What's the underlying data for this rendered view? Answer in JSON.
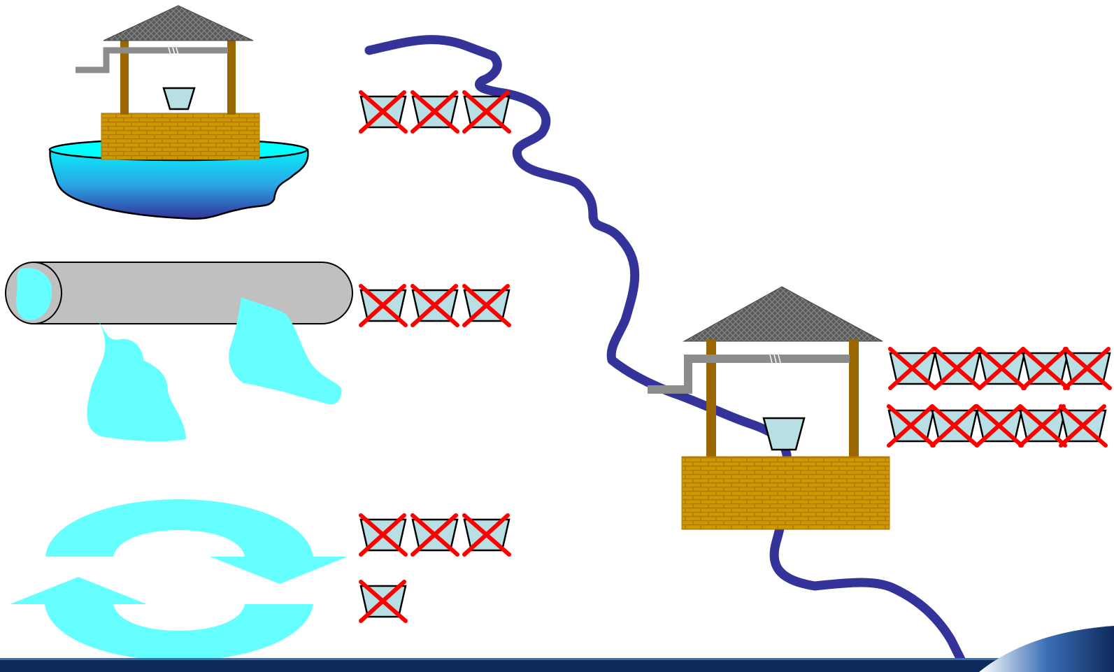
{
  "colors": {
    "background": "#ffffff",
    "river": "#333399",
    "water": "#66ffff",
    "bucket_fill": "#b8e0e4",
    "cross": "#ff0000",
    "brick": "#cc9900",
    "brick_mortar": "#b37700",
    "post": "#996600",
    "roof": "#5a5a5a",
    "crank": "#8c8c8c",
    "pipe": "#c0c0c0",
    "bottom_bar": "#0d2a5c"
  },
  "icons": {
    "well_top": "water-well-icon",
    "reservoir": "reservoir-pool-icon",
    "pipe": "leaking-pipe-icon",
    "cycle": "recycle-arrows-icon",
    "well_right": "water-well-icon",
    "river": "river-icon",
    "bucket": "crossed-bucket-icon"
  },
  "diagram": {
    "bucket_rows": [
      {
        "name": "bucket-row-well",
        "count": 3,
        "crossed": 3
      },
      {
        "name": "bucket-row-pipe",
        "count": 3,
        "crossed": 3
      },
      {
        "name": "bucket-row-cycle-1",
        "count": 3,
        "crossed": 3
      },
      {
        "name": "bucket-row-cycle-2",
        "count": 1,
        "crossed": 1
      },
      {
        "name": "bucket-row-right-1",
        "count": 5,
        "crossed": 5
      },
      {
        "name": "bucket-row-right-2",
        "count": 5,
        "crossed": 5
      }
    ]
  }
}
